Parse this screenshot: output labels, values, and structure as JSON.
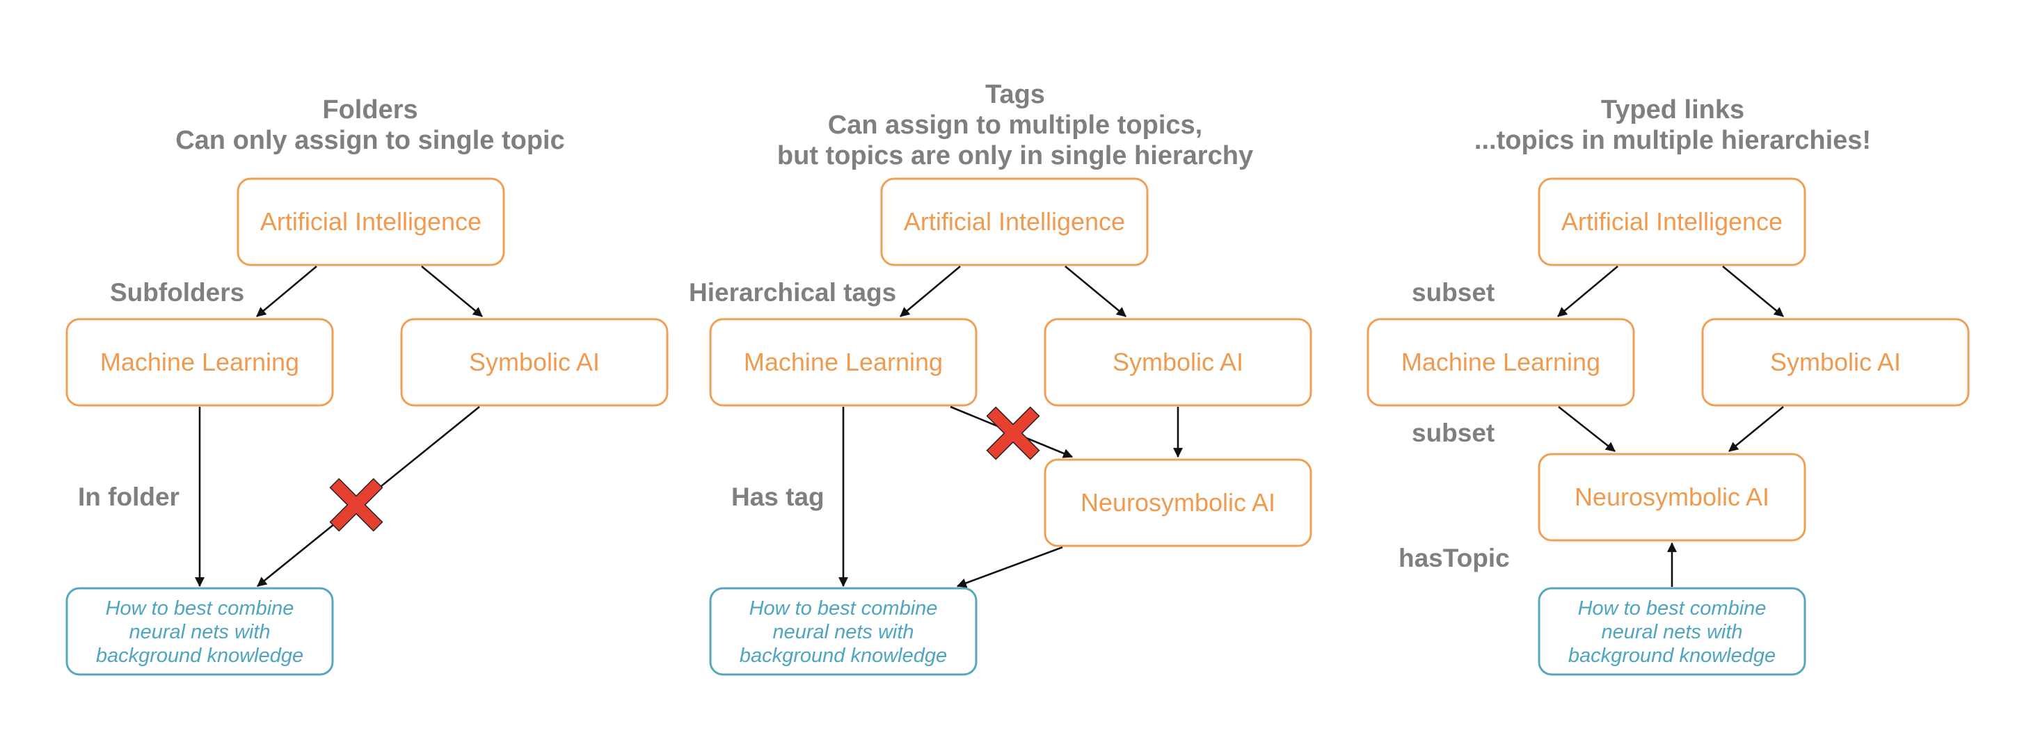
{
  "panels": [
    {
      "title_line1": "Folders",
      "title_line2": "Can only assign to single topic",
      "title_line3": "",
      "nodes": {
        "ai": "Artificial Intelligence",
        "ml": "Machine Learning",
        "sym": "Symbolic AI",
        "note_line1": "How to best combine",
        "note_line2": "neural nets with",
        "note_line3": "background knowledge"
      },
      "labels": {
        "hierarchy": "Subfolders",
        "assign": "In folder"
      }
    },
    {
      "title_line1": "Tags",
      "title_line2": "Can assign to multiple topics,",
      "title_line3": "but topics are only in single hierarchy",
      "nodes": {
        "ai": "Artificial Intelligence",
        "ml": "Machine Learning",
        "sym": "Symbolic AI",
        "neuro": "Neurosymbolic AI",
        "note_line1": "How to best combine",
        "note_line2": "neural nets with",
        "note_line3": "background knowledge"
      },
      "labels": {
        "hierarchy": "Hierarchical tags",
        "assign": "Has tag"
      }
    },
    {
      "title_line1": "Typed links",
      "title_line2": "...topics in multiple hierarchies!",
      "title_line3": "",
      "nodes": {
        "ai": "Artificial Intelligence",
        "ml": "Machine Learning",
        "sym": "Symbolic AI",
        "neuro": "Neurosymbolic AI",
        "note_line1": "How to best combine",
        "note_line2": "neural nets with",
        "note_line3": "background knowledge"
      },
      "labels": {
        "subset_top": "subset",
        "subset_bottom": "subset",
        "assign": "hasTopic"
      }
    }
  ],
  "colors": {
    "topic": "#ef9a4e",
    "note": "#4ea5c0",
    "label": "#7f7f7f",
    "forbidden_cross": "#e8402f"
  }
}
